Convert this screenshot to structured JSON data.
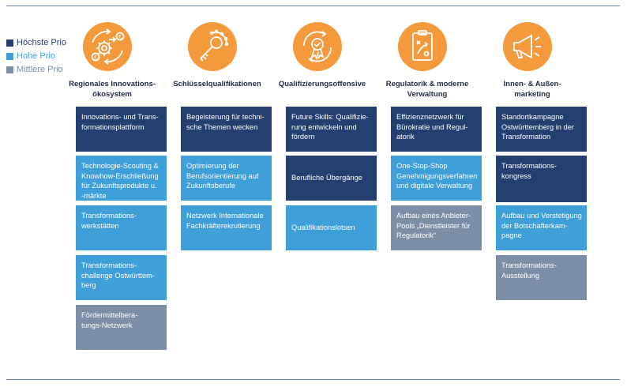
{
  "colors": {
    "hoechste": "#243f70",
    "hohe": "#3f9fd9",
    "mittlere": "#7a8ea6",
    "icon_bg": "#f59a3c",
    "rule": "#6b87a8"
  },
  "legend": [
    {
      "label": "Höchste Prio",
      "priority": "hoechste"
    },
    {
      "label": "Hohe Prio",
      "priority": "hohe"
    },
    {
      "label": "Mittlere Prio",
      "priority": "mittlere"
    }
  ],
  "columns": [
    {
      "icon": "innovation-cycle-icon",
      "title": "Regionales Innovations-\nökosystem",
      "items": [
        {
          "text": "Innovations- und Trans-\nformationsplattform",
          "priority": "hoechste"
        },
        {
          "text": "Technologie-Scouting &\nKnowhow-Erschließung\nfür Zukunftsprodukte u.\n-märkte",
          "priority": "hohe"
        },
        {
          "text": "Transformations-\nwerkstätten",
          "priority": "hohe"
        },
        {
          "text": "Transformations-\nchallenge Ostwürttem-\nberg",
          "priority": "hohe"
        },
        {
          "text": "Fördermittelbera-\ntungs-Netzwerk",
          "priority": "mittlere"
        }
      ]
    },
    {
      "icon": "key-network-icon",
      "title": "Schlüsselqualifikationen",
      "items": [
        {
          "text": "Begeisterung für techni-\nsche Themen wecken",
          "priority": "hoechste"
        },
        {
          "text": "Optimierung der\nBerufsorientierung  auf\nZukunftsberufe",
          "priority": "hohe"
        },
        {
          "text": "Netzwerk Internationale\nFachkräfterekrutierung",
          "priority": "hohe"
        }
      ]
    },
    {
      "icon": "award-badge-icon",
      "title": "Qualifizierungsoffensive",
      "items": [
        {
          "text": "Future Skills: Qualifizie-\nrung entwickeln und\nfördern",
          "priority": "hoechste"
        },
        {
          "text": "Berufliche Übergänge",
          "priority": "hoechste"
        },
        {
          "text": "Qualifikationslotsen",
          "priority": "hohe"
        }
      ]
    },
    {
      "icon": "clipboard-strategy-icon",
      "title": "Regulatorik & moderne\nVerwaltung",
      "items": [
        {
          "text": "Effizienznetzwerk für\nBürokratie und Regul-\natorik",
          "priority": "hoechste"
        },
        {
          "text": "One-Stop-Shop\nGenehmigungsverfahren\nund digitale Verwaltung",
          "priority": "hohe"
        },
        {
          "text": "Aufbau eines Anbieter-\nPools „Dienstleister für\nRegulatorik“",
          "priority": "mittlere"
        }
      ]
    },
    {
      "icon": "megaphone-icon",
      "title": "Innen- & Außen-\nmarketing",
      "items": [
        {
          "text": "Standortkampagne\nOstwürttemberg in der\nTransformation",
          "priority": "hoechste"
        },
        {
          "text": "Transformations-\nkongress",
          "priority": "hoechste"
        },
        {
          "text": "Aufbau und Verstetigung\nder Botschafterkam-\npagne",
          "priority": "hohe"
        },
        {
          "text": "Transformations-\nAusstellung",
          "priority": "mittlere"
        }
      ]
    }
  ]
}
